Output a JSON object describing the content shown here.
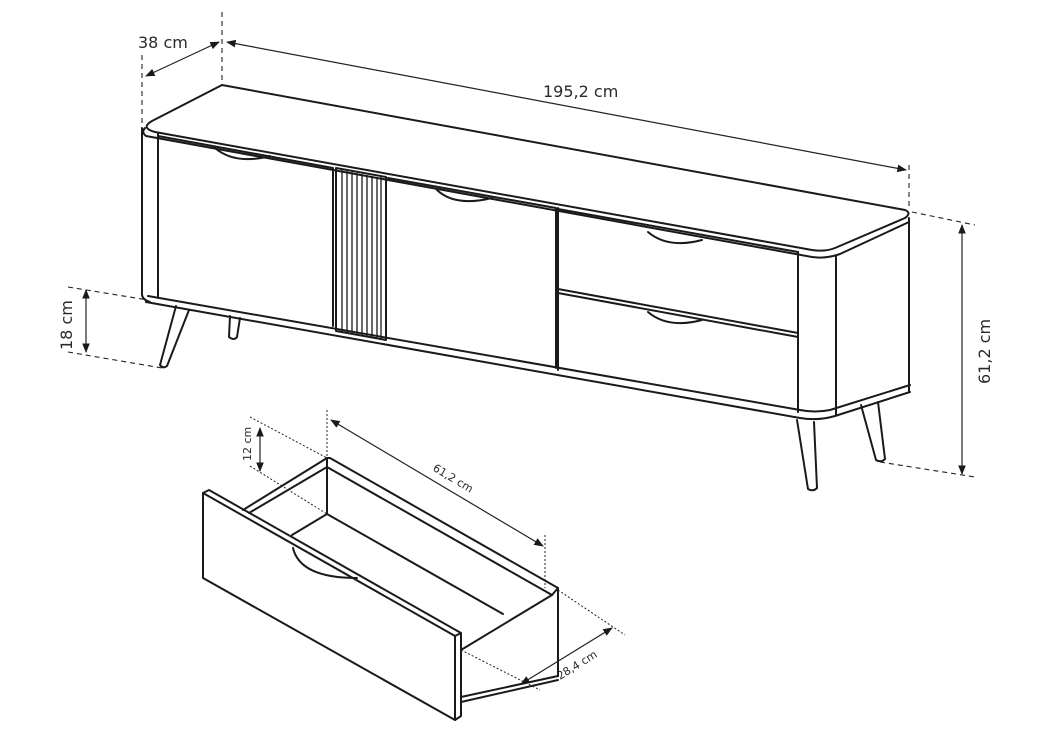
{
  "diagram": {
    "type": "furniture dimension drawing",
    "subject": "TV cabinet with two doors, slatted panel and two drawers, plus detached drawer",
    "colors": {
      "line": "#1a1a1a",
      "background": "#ffffff",
      "text": "#2a2a2a"
    }
  },
  "cabinet": {
    "depth_label": "38 cm",
    "width_label": "195,2 cm",
    "height_label": "61,2 cm",
    "leg_height_label": "18 cm"
  },
  "drawer": {
    "height_label": "12 cm",
    "length_label": "61,2 cm",
    "width_label": "28,4 cm"
  }
}
